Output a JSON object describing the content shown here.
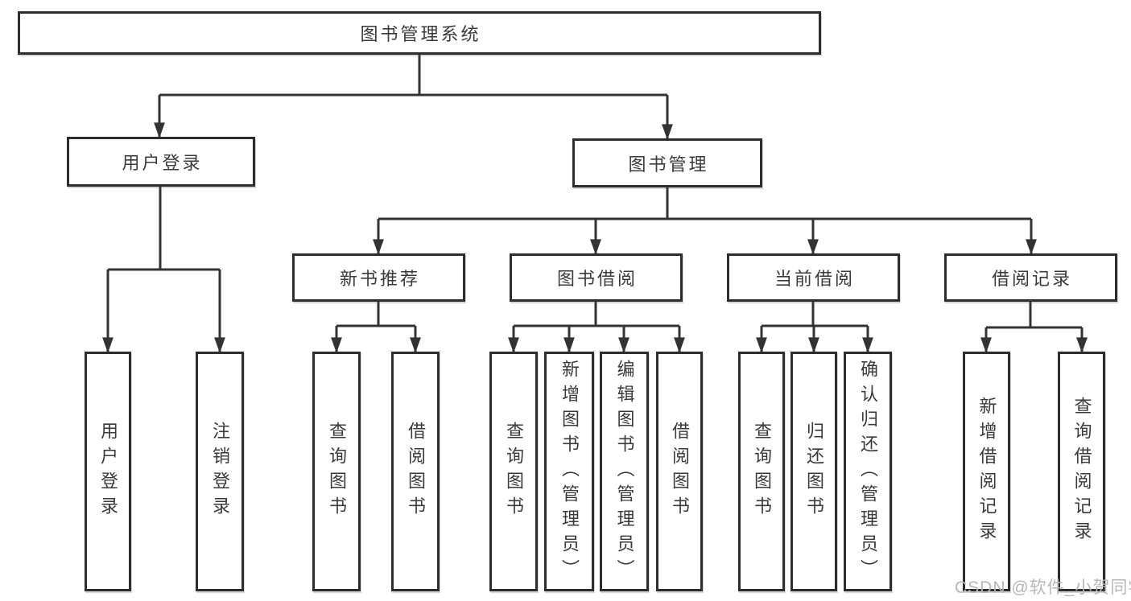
{
  "diagram_title": "图书管理系统",
  "nodes": {
    "root": {
      "label": "图书管理系统"
    },
    "user_login": {
      "label": "用户登录"
    },
    "book_mgmt": {
      "label": "图书管理"
    },
    "new_book_rec": {
      "label": "新书推荐"
    },
    "book_borrow": {
      "label": "图书借阅"
    },
    "current_borrow": {
      "label": "当前借阅"
    },
    "borrow_records": {
      "label": "借阅记录"
    },
    "leaf_user_login": {
      "label": "用户登录"
    },
    "leaf_logout": {
      "label": "注销登录"
    },
    "leaf_query_book_1": {
      "label": "查询图书"
    },
    "leaf_borrow_book_1": {
      "label": "借阅图书"
    },
    "leaf_query_book_2": {
      "label": "查询图书"
    },
    "leaf_add_book": {
      "label": "新增图书（管理员）"
    },
    "leaf_edit_book": {
      "label": "编辑图书（管理员）"
    },
    "leaf_borrow_book_2": {
      "label": "借阅图书"
    },
    "leaf_query_book_3": {
      "label": "查询图书"
    },
    "leaf_return_book": {
      "label": "归还图书"
    },
    "leaf_confirm_return": {
      "label": "确认归还（管理员）"
    },
    "leaf_add_borrow_record": {
      "label": "新增借阅记录"
    },
    "leaf_query_borrow_record": {
      "label": "查询借阅记录"
    }
  },
  "hierarchy": {
    "图书管理系统": {
      "用户登录": [
        "用户登录",
        "注销登录"
      ],
      "图书管理": {
        "新书推荐": [
          "查询图书",
          "借阅图书"
        ],
        "图书借阅": [
          "查询图书",
          "新增图书（管理员）",
          "编辑图书（管理员）",
          "借阅图书"
        ],
        "当前借阅": [
          "查询图书",
          "归还图书",
          "确认归还（管理员）"
        ],
        "借阅记录": [
          "新增借阅记录",
          "查询借阅记录"
        ]
      }
    }
  },
  "watermark": {
    "text": "CSDN @软件_小贺同学"
  },
  "colors": {
    "line": "#333333",
    "box_border": "#2d2d2d",
    "box_fill": "#ffffff",
    "text": "#3a3a3a",
    "watermark": "#b7b7b7"
  }
}
